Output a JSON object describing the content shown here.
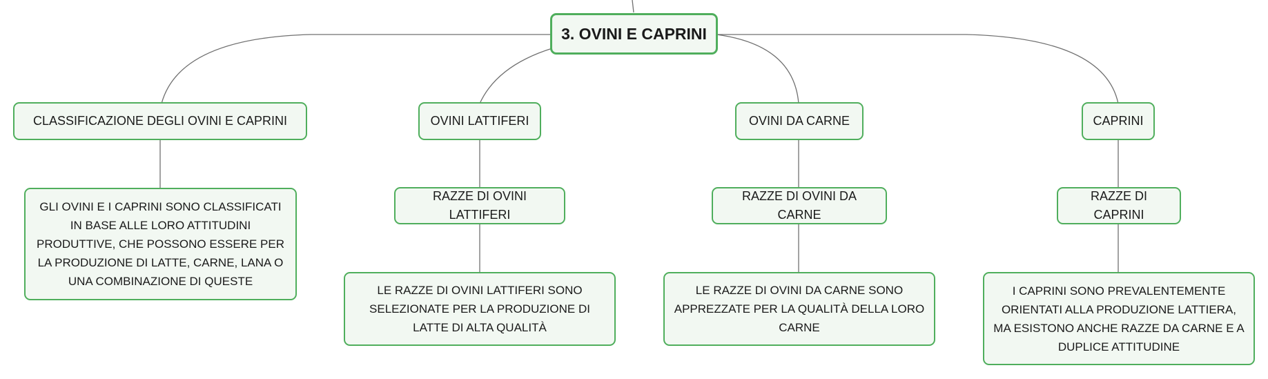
{
  "diagram": {
    "root": {
      "label": "3. OVINI E CAPRINI"
    },
    "branches": [
      {
        "label": "CLASSIFICAZIONE DEGLI OVINI E CAPRINI",
        "child_text": "GLI OVINI E I CAPRINI SONO CLASSIFICATI IN BASE ALLE LORO ATTITUDINI PRODUTTIVE, CHE POSSONO ESSERE PER LA PRODUZIONE DI LATTE, CARNE, LANA O UNA COMBINAZIONE DI QUESTE"
      },
      {
        "label": "OVINI LATTIFERI",
        "sub_label": "RAZZE DI OVINI LATTIFERI",
        "child_text": "LE RAZZE DI OVINI LATTIFERI SONO SELEZIONATE PER LA PRODUZIONE DI LATTE DI ALTA QUALITÀ"
      },
      {
        "label": "OVINI DA CARNE",
        "sub_label": "RAZZE DI OVINI DA CARNE",
        "child_text": "LE RAZZE DI OVINI DA CARNE SONO APPREZZATE PER LA QUALITÀ DELLA LORO CARNE"
      },
      {
        "label": "CAPRINI",
        "sub_label": "RAZZE DI CAPRINI",
        "child_text": "I CAPRINI SONO PREVALENTEMENTE ORIENTATI ALLA PRODUZIONE LATTIERA, MA ESISTONO ANCHE RAZZE DA CARNE E A DUPLICE ATTITUDINE"
      }
    ],
    "colors": {
      "node_border": "#4fae5c",
      "node_fill": "#f2f8f2",
      "connector": "#6f6f6f",
      "text": "#1a1a1a"
    }
  }
}
